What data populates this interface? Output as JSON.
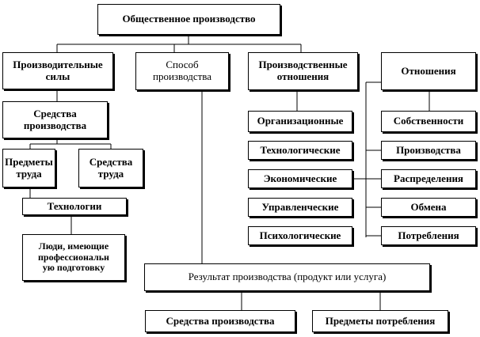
{
  "diagram": {
    "nodes": {
      "root": "Общественное производство",
      "productive_forces": "Производительные\nсилы",
      "mode_of_production": "Способ\nпроизводства",
      "production_relations": "Производственные\nотношения",
      "relations": "Отношения",
      "means_of_production": "Средства\nпроизводства",
      "objects_of_labor": "Предметы\nтруда",
      "means_of_labor": "Средства\nтруда",
      "technologies": "Технологии",
      "people": "Люди, имеющие\nпрофессиональн\nую подготовку",
      "organizational": "Организационные",
      "technological": "Технологические",
      "economic": "Экономические",
      "managerial": "Управленческие",
      "psychological": "Психологические",
      "ownership": "Собственности",
      "production": "Производства",
      "distribution": "Распределения",
      "exchange": "Обмена",
      "consumption": "Потребления",
      "result": "Результат производства (продукт или услуга)",
      "result_means": "Средства производства",
      "result_consumer_goods": "Предметы потребления"
    }
  }
}
